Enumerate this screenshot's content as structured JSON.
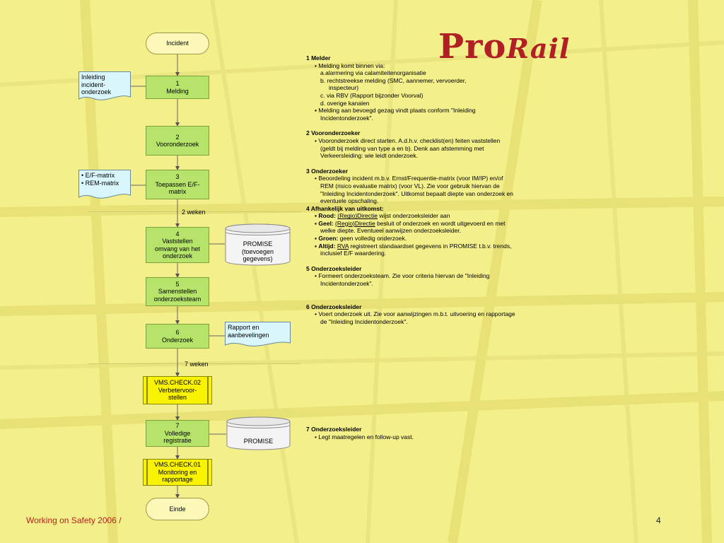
{
  "diagram": {
    "nodes": {
      "incident": {
        "label": "Incident"
      },
      "melding": {
        "lines": [
          "1",
          "Melding"
        ]
      },
      "vooronderzoek": {
        "lines": [
          "2",
          "Vooronderzoek"
        ]
      },
      "toepassen": {
        "lines": [
          "3",
          "Toepassen E/F-",
          "matrix"
        ]
      },
      "vaststellen": {
        "lines": [
          "4",
          "Vaststellen",
          "omvang van het",
          "onderzoek"
        ]
      },
      "samenstellen": {
        "lines": [
          "5",
          "Samenstellen",
          "onderzoeksteam"
        ]
      },
      "onderzoek": {
        "lines": [
          "6",
          "Onderzoek"
        ]
      },
      "vms02": {
        "lines": [
          "VMS.CHECK.02",
          "Verbetervoor-",
          "stellen"
        ]
      },
      "registratie": {
        "lines": [
          "7",
          "Volledige",
          "registratie"
        ]
      },
      "vms01": {
        "lines": [
          "VMS.CHECK.01",
          "Monitoring en",
          "rapportage"
        ]
      },
      "einde": {
        "label": "Einde"
      }
    },
    "documents": {
      "inleiding": {
        "lines": [
          "Inleiding",
          "incident-",
          "onderzoek"
        ]
      },
      "matrices": {
        "items": [
          "E/F-matrix",
          "REM-matrix"
        ]
      },
      "rapport": {
        "lines": [
          "Rapport en",
          "aanbevelingen"
        ]
      }
    },
    "databases": {
      "promise1": {
        "lines": [
          "PROMISE",
          "(toevoegen",
          "gegevens)"
        ]
      },
      "promise2": {
        "lines": [
          "PROMISE"
        ]
      }
    },
    "weeks": {
      "w2": "2 weken",
      "w7": "7 weken"
    }
  },
  "description": {
    "s1": {
      "title": "1 Melder",
      "b1": "• Melding komt binnen via:",
      "a": "a.alarmering via calamiteitenorganisatie",
      "b": "b. rechtstreekse melding (SMC, aannemer, vervoerder,",
      "b_cont": "inspecteur)",
      "c": "c. via RBV (Rapport bijzonder Voorval)",
      "d": "d. overige kanalen",
      "b2": "▪ Melding aan bevoegd gezag vindt plaats conform \"Inleiding Incidentonderzoek\"."
    },
    "s2": {
      "title": "2  Vooronderzoeker",
      "b1": "• Vooronderzoek direct starten. A.d.h.v. checklist(en) feiten vaststellen (geldt bij melding van type a en b). Denk aan afstemming met Verkeersleiding: wie leidt onderzoek."
    },
    "s3": {
      "title": "3 Onderzoeker",
      "b1": "• Beoordeling incident m.b.v. Ernst/Frequentie-matrix (voor IM/IP) en/of REM (risico evaluatie matrix) (voor VL). Zie voor gebruik hiervan de \"Inleiding Incidentonderzoek\". Uitkomst bepaalt diepte van onderzoek en eventuele opschaling."
    },
    "s4": {
      "title": "4 Afhankelijk van uitkomst:",
      "rood_label": "Rood:",
      "rood_link": "(Regio)Directie",
      "rood_text": " wijst onderzoeksleider aan",
      "geel_label": "Geel:",
      "geel_link": "(Regio)Directie",
      "geel_text": " besluit of onderzoek en wordt uitgevoerd en met welke diepte.  Eventueel aanwijzen onderzoeksleider.",
      "groen_label": "Groen:",
      "groen_text": " geen volledig onderzoek.",
      "altijd_label": "Altijd:",
      "altijd_link": "RVA",
      "altijd_text": " registreert standaardset gegevens in PROMISE t.b.v. trends, inclusief E/F waardering."
    },
    "s5": {
      "title": "5 Onderzoeksleider",
      "b1": "• Formeert onderzoeksteam. Zie voor criteria hiervan de \"Inleiding Incidentonderzoek\"."
    },
    "s6": {
      "title": "6 Onderzoeksleider",
      "b1": "• Voert onderzoek uit.  Zie voor aanwijzingen m.b.t. uitvoering en rapportage de \"Inleiding Incidentonderzoek\"."
    },
    "s7": {
      "title": "7 Onderzoeksleider",
      "b1": "• Legt maatregelen en follow-up vast."
    }
  },
  "logo": {
    "part1": "Pro",
    "part2": "Rail"
  },
  "footer": {
    "left": "Working on Safety 2006 /",
    "page": "4"
  },
  "colors": {
    "background": "#f3ef8a",
    "process": "#b6e46a",
    "document": "#d8f6fb",
    "vms": "#f9f200",
    "logo": "#b01f24"
  }
}
